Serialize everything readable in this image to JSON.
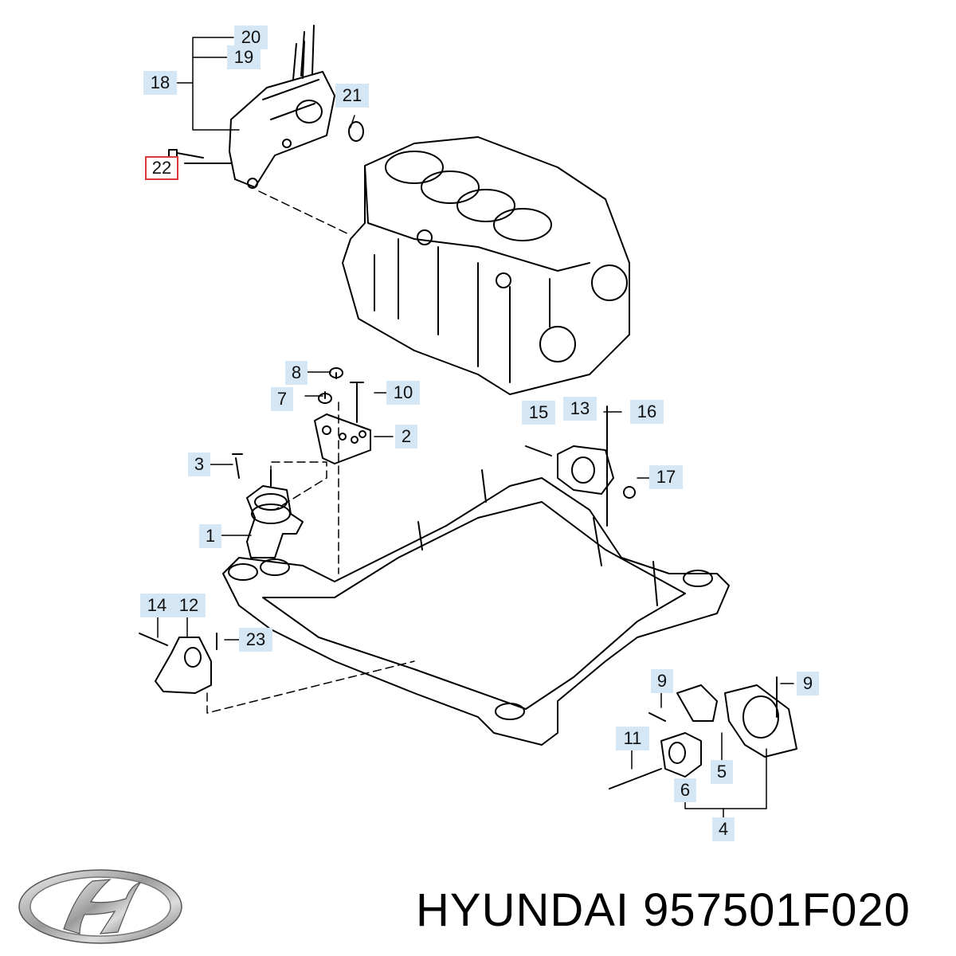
{
  "callouts": {
    "c1": "1",
    "c2": "2",
    "c3": "3",
    "c4": "4",
    "c5": "5",
    "c6": "6",
    "c7": "7",
    "c8": "8",
    "c9a": "9",
    "c9b": "9",
    "c10": "10",
    "c11": "11",
    "c12": "12",
    "c13": "13",
    "c14": "14",
    "c15": "15",
    "c16": "16",
    "c17": "17",
    "c18": "18",
    "c19": "19",
    "c20": "20",
    "c21": "21",
    "c22": "22",
    "c23": "23"
  },
  "highlighted_part": "22",
  "brand": {
    "caption": "HYUNDAI 957501F020",
    "logo": "hyundai-logo"
  },
  "colors": {
    "callout_fill": "#d5e6f5",
    "highlight_border": "#d83a3a",
    "line_art": "#000000"
  }
}
